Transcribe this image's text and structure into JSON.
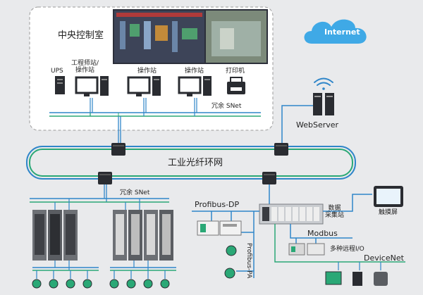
{
  "labels": {
    "control_room": "中央控制室",
    "ups": "UPS",
    "eng_station_1": "工程师站/",
    "eng_station_2": "操作站",
    "op_station_1": "操作站",
    "op_station_2": "操作站",
    "printer": "打印机",
    "snet_top": "冗余 SNet",
    "internet": "Internet",
    "webserver": "WebServer",
    "fiber_ring": "工业光纤环网",
    "snet_bottom": "冗余 SNet",
    "profibus_dp": "Profibus-DP",
    "data_station_1": "数据",
    "data_station_2": "采集站",
    "touchscreen": "触摸屏",
    "modbus": "Modbus",
    "remote_io": "多种远程I/O",
    "profibus_pa": "Profibus-PA",
    "devicenet": "DeviceNet"
  },
  "colors": {
    "background": "#e9eaec",
    "panel": "#ffffff",
    "panel_border": "#9a9a9a",
    "network_blue": "#2f86c9",
    "network_green": "#2aa876",
    "cloud": "#3fa9e6",
    "device_dark": "#2a2c31",
    "cabinet": "#6d7075"
  },
  "icons": {
    "wifi": "wifi-icon",
    "switch": "network-switch-icon",
    "server": "server-tower-icon",
    "monitor": "monitor-icon",
    "printer": "printer-icon",
    "cloud": "cloud-icon",
    "cabinet": "control-cabinet-icon",
    "field_device": "field-instrument-icon",
    "touchscreen": "touchscreen-icon"
  }
}
